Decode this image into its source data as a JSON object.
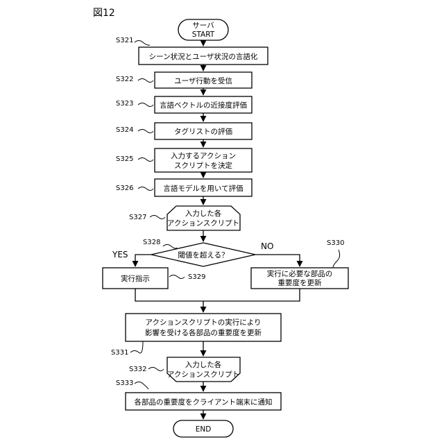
{
  "figure_label": "図12",
  "start": {
    "line1": "サーバ",
    "line2": "START"
  },
  "end": "END",
  "steps": {
    "s321": {
      "id": "S321",
      "text": "シーン状況とユーザ状況の言語化"
    },
    "s322": {
      "id": "S322",
      "text": "ユーザ行動を受信"
    },
    "s323": {
      "id": "S323",
      "text": "言語ベクトルの近接度評価"
    },
    "s324": {
      "id": "S324",
      "text": "タグリストの評価"
    },
    "s325": {
      "id": "S325",
      "line1": "入力するアクション",
      "line2": "スクリプトを決定"
    },
    "s326": {
      "id": "S326",
      "text": "言語モデルを用いて評価"
    },
    "s327": {
      "id": "S327",
      "line1": "入力した各",
      "line2": "アクションスクリプト"
    },
    "s328": {
      "id": "S328",
      "text": "閾値を超える？"
    },
    "s329": {
      "id": "S329",
      "text": "実行指示"
    },
    "s330": {
      "id": "S330",
      "line1": "実行に必要な部品の",
      "line2": "重要度を更新"
    },
    "s331": {
      "id": "S331",
      "line1": "アクションスクリプトの実行により",
      "line2": "影響を受ける各部品の重要度を更新"
    },
    "s332": {
      "id": "S332",
      "line1": "入力した各",
      "line2": "アクションスクリプト"
    },
    "s333": {
      "id": "S333",
      "text": "各部品の重要度をクライアント端末に通知"
    }
  },
  "branches": {
    "yes": "YES",
    "no": "NO"
  }
}
